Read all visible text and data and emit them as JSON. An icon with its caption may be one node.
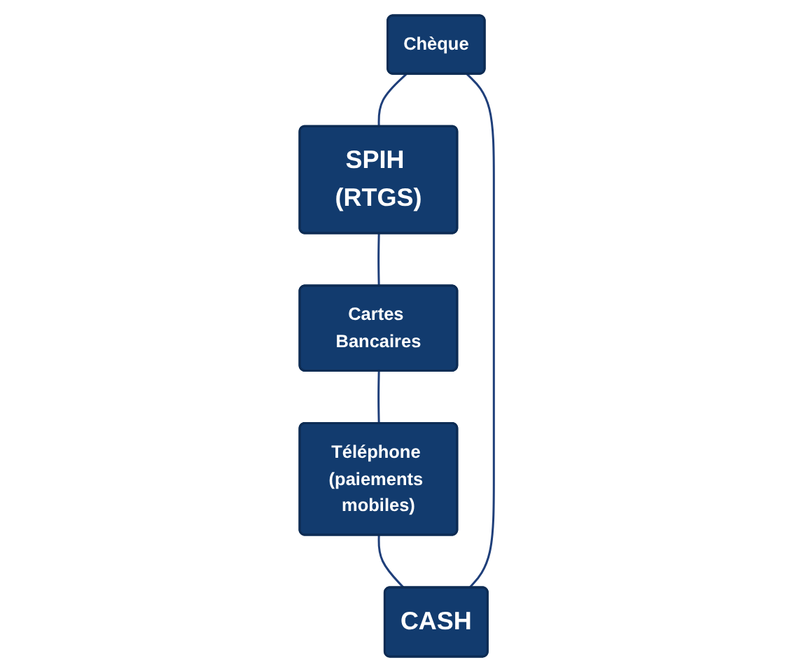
{
  "diagram": {
    "nodes": [
      {
        "text": [
          "Chèque"
        ]
      },
      {
        "text": [
          "CASH"
        ]
      },
      {
        "text": [
          "SPIH (RTGS)"
        ]
      },
      {
        "text": [
          "Téléphone (paiements mobiles)"
        ]
      },
      {
        "text": [
          "Cartes Bancaires"
        ]
      }
    ],
    "edges": [
      {
        "from": 0,
        "to": 2,
        "arrow": "none"
      },
      {
        "from": 2,
        "to": 4,
        "arrow": "none"
      },
      {
        "from": 4,
        "to": 3,
        "arrow": "none"
      },
      {
        "from": 3,
        "to": 1,
        "arrow": "none"
      },
      {
        "from": 1,
        "to": 0,
        "arrow": "none"
      }
    ]
  }
}
